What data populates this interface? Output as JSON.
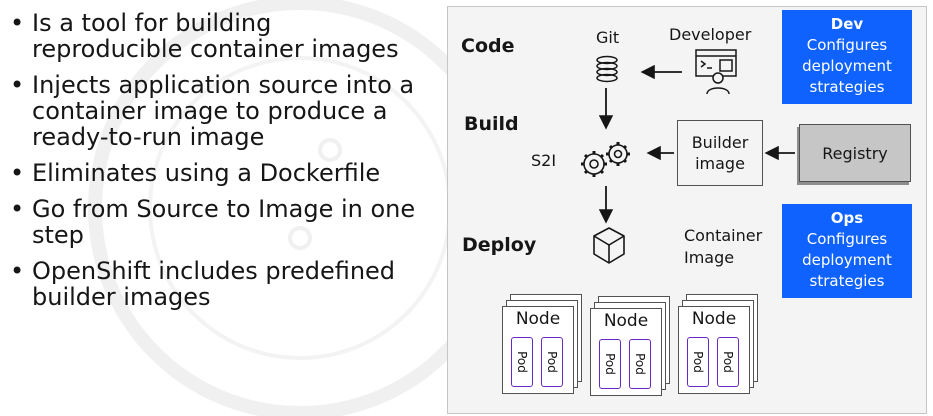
{
  "bullets": [
    "Is a tool for building reproducible container images",
    "Injects application source into a container image to produce a ready-to-run image",
    "Eliminates using a Dockerfile",
    "Go from Source to Image in one step",
    "OpenShift includes predefined builder images"
  ],
  "diagram": {
    "stages": {
      "code": "Code",
      "build": "Build",
      "deploy": "Deploy"
    },
    "git_label": "Git",
    "developer_label": "Developer",
    "s2i_label": "S2I",
    "builder_image": {
      "line1": "Builder",
      "line2": "image"
    },
    "registry_label": "Registry",
    "container_image": {
      "line1": "Container",
      "line2": "Image"
    },
    "dev_box": {
      "title": "Dev",
      "line1": "Configures",
      "line2": "deployment",
      "line3": "strategies"
    },
    "ops_box": {
      "title": "Ops",
      "line1": "Configures",
      "line2": "deployment",
      "line3": "strategies"
    },
    "nodes": [
      {
        "label": "Node",
        "pods": [
          "Pod",
          "Pod"
        ]
      },
      {
        "label": "Node",
        "pods": [
          "Pod",
          "Pod"
        ]
      },
      {
        "label": "Node",
        "pods": [
          "Pod",
          "Pod"
        ]
      }
    ]
  },
  "colors": {
    "accent_blue": "#0f62fe",
    "pod_purple": "#6929c4",
    "registry_gray": "#c6c6c6"
  },
  "icons": [
    "git-repo-icon",
    "developer-icon",
    "gears-icon",
    "cube-icon"
  ]
}
